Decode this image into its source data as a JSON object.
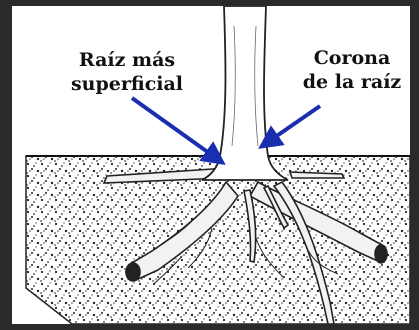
{
  "labels": {
    "shallow_root_line1": "Raíz más",
    "shallow_root_line2": "superficial",
    "root_crown_line1": "Corona",
    "root_crown_line2": "de la raíz"
  },
  "colors": {
    "arrow": "#1a2fb0",
    "soil_border": "#222222",
    "frame": "#2a2a2a"
  }
}
